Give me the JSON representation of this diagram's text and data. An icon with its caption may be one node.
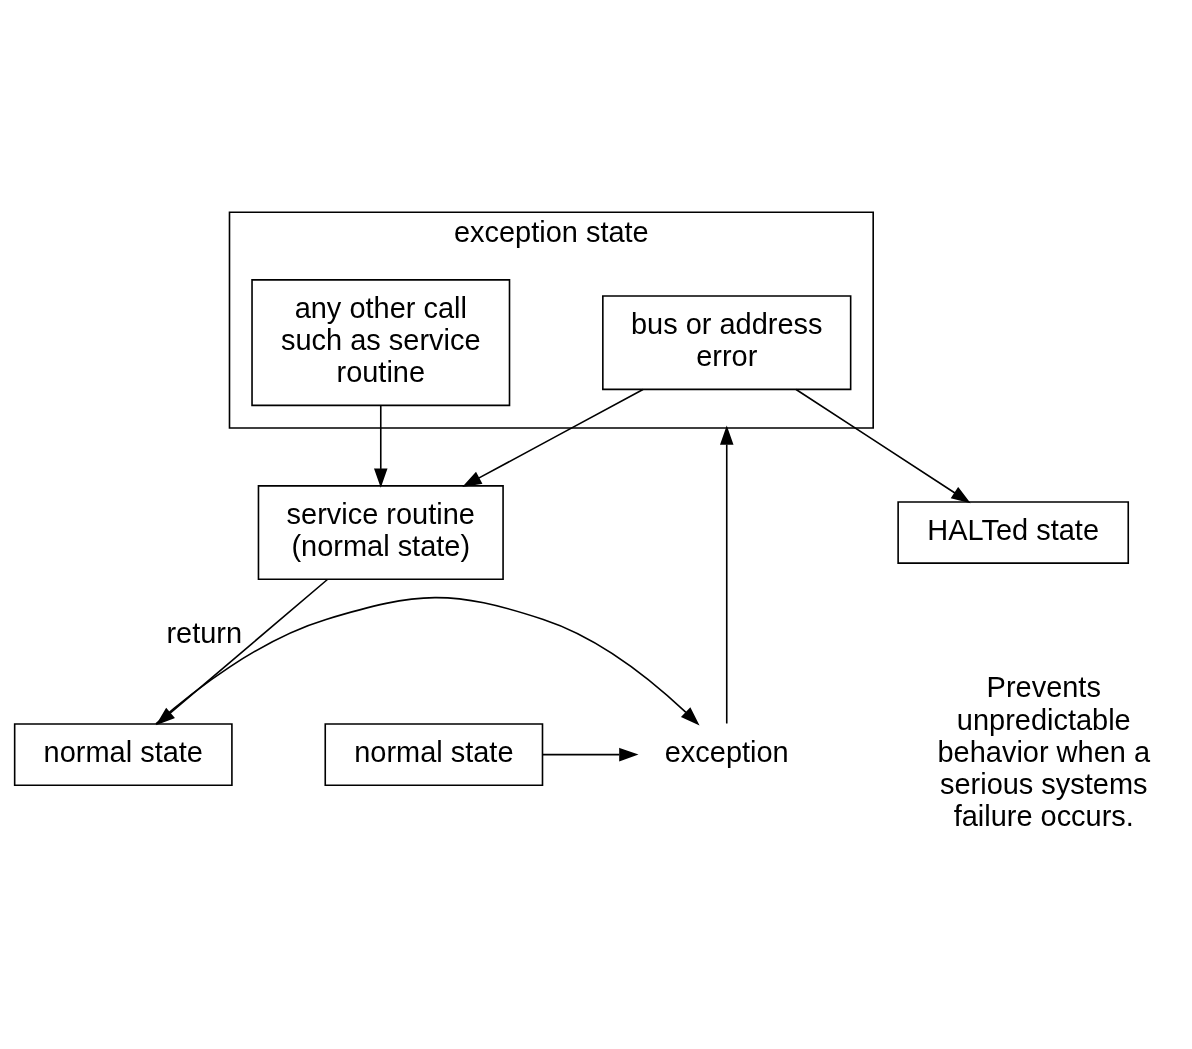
{
  "diagram": {
    "nodes": [
      {
        "text": [
          "normal state"
        ]
      },
      {
        "text": [
          "exception"
        ]
      },
      {
        "text": [
          "normal state"
        ]
      },
      {
        "text": [
          "exception state"
        ]
      },
      {
        "text": [
          "bus or address error"
        ],
        "in": 3
      },
      {
        "text": [
          "any other call such as service routine"
        ],
        "in": 3
      },
      {
        "text": [
          "HALTed state"
        ],
        "beside": [
          "Prevents unpredictable behavior when a serious systems failure occurs."
        ]
      },
      {
        "text": [
          "service routine (normal state)"
        ]
      }
    ],
    "edges": [
      {
        "from": 0,
        "to": 1,
        "arrow": "to"
      },
      {
        "from": 2,
        "to": 1,
        "arrow": "to"
      },
      {
        "from": 1,
        "to": 3,
        "arrow": "to"
      },
      {
        "from": 4,
        "to": 6,
        "arrow": "to"
      },
      {
        "from": 4,
        "to": 7,
        "arrow": "to"
      },
      {
        "from": 5,
        "to": 7,
        "arrow": "to"
      },
      {
        "from": 7,
        "to": 2,
        "arrow": "to",
        "label": "return"
      }
    ]
  }
}
